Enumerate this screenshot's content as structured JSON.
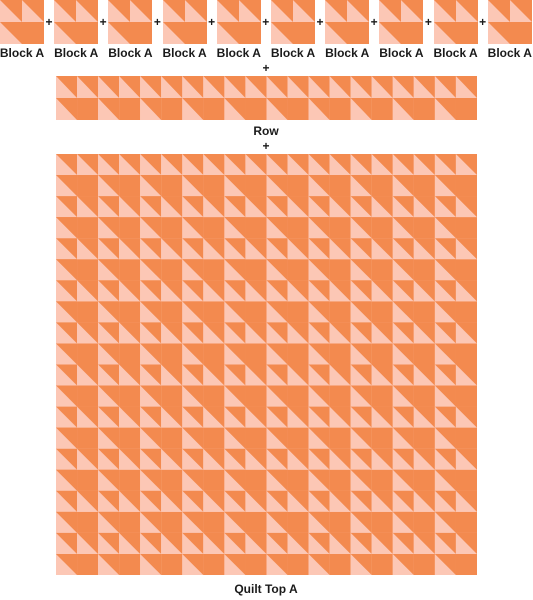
{
  "colors": {
    "dark": "#f38a4f",
    "light": "#fcc7b5",
    "background": "#ffffff",
    "text": "#1a1a1a"
  },
  "block_labels": [
    "Block A",
    "Block A",
    "Block A",
    "Block A",
    "Block A",
    "Block A",
    "Block A",
    "Block A",
    "Block A",
    "Block A"
  ],
  "plus_symbol": "+",
  "row_label": "Row",
  "quilt_label": "Quilt Top A"
}
